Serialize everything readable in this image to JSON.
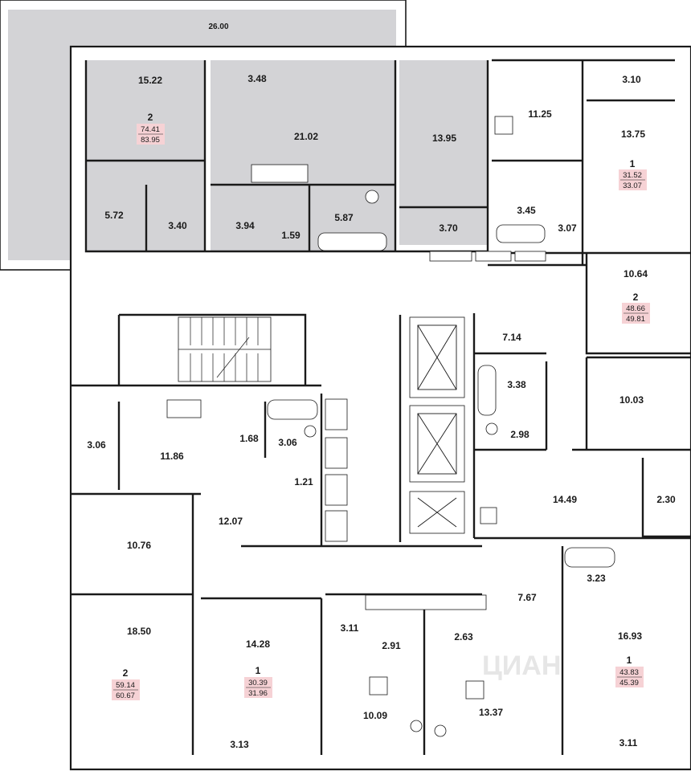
{
  "plan": {
    "terrace_area": "26.00",
    "rooms": [
      {
        "id": "r1522",
        "label": "15.22"
      },
      {
        "id": "r348",
        "label": "3.48"
      },
      {
        "id": "r2102",
        "label": "21.02"
      },
      {
        "id": "r1395",
        "label": "13.95"
      },
      {
        "id": "r1125",
        "label": "11.25"
      },
      {
        "id": "r310a",
        "label": "3.10"
      },
      {
        "id": "r1375",
        "label": "13.75"
      },
      {
        "id": "r572",
        "label": "5.72"
      },
      {
        "id": "r340",
        "label": "3.40"
      },
      {
        "id": "r394",
        "label": "3.94"
      },
      {
        "id": "r159",
        "label": "1.59"
      },
      {
        "id": "r587",
        "label": "5.87"
      },
      {
        "id": "r370",
        "label": "3.70"
      },
      {
        "id": "r345",
        "label": "3.45"
      },
      {
        "id": "r307",
        "label": "3.07"
      },
      {
        "id": "r1064",
        "label": "10.64"
      },
      {
        "id": "r714",
        "label": "7.14"
      },
      {
        "id": "r338",
        "label": "3.38"
      },
      {
        "id": "r1003",
        "label": "10.03"
      },
      {
        "id": "r298",
        "label": "2.98"
      },
      {
        "id": "r306a",
        "label": "3.06"
      },
      {
        "id": "r1186",
        "label": "11.86"
      },
      {
        "id": "r168",
        "label": "1.68"
      },
      {
        "id": "r306b",
        "label": "3.06"
      },
      {
        "id": "r121",
        "label": "1.21"
      },
      {
        "id": "r1449",
        "label": "14.49"
      },
      {
        "id": "r230",
        "label": "2.30"
      },
      {
        "id": "r1076",
        "label": "10.76"
      },
      {
        "id": "r1207",
        "label": "12.07"
      },
      {
        "id": "r767",
        "label": "7.67"
      },
      {
        "id": "r323",
        "label": "3.23"
      },
      {
        "id": "r1850",
        "label": "18.50"
      },
      {
        "id": "r1428",
        "label": "14.28"
      },
      {
        "id": "r311a",
        "label": "3.11"
      },
      {
        "id": "r291",
        "label": "2.91"
      },
      {
        "id": "r263",
        "label": "2.63"
      },
      {
        "id": "r1693",
        "label": "16.93"
      },
      {
        "id": "r1009",
        "label": "10.09"
      },
      {
        "id": "r1337",
        "label": "13.37"
      },
      {
        "id": "r313",
        "label": "3.13"
      },
      {
        "id": "r311b",
        "label": "3.11"
      }
    ],
    "units": [
      {
        "id": "u1",
        "rooms": "2",
        "living": "74.41",
        "total": "83.95"
      },
      {
        "id": "u2",
        "rooms": "1",
        "living": "31.52",
        "total": "33.07"
      },
      {
        "id": "u3",
        "rooms": "2",
        "living": "48.66",
        "total": "49.81"
      },
      {
        "id": "u4",
        "rooms": "2",
        "living": "59.14",
        "total": "60.67"
      },
      {
        "id": "u5",
        "rooms": "1",
        "living": "30.39",
        "total": "31.96"
      },
      {
        "id": "u6",
        "rooms": "1",
        "living": "43.83",
        "total": "45.39"
      }
    ],
    "watermark": "ЦИАН",
    "colors": {
      "wall": "#1a1a1a",
      "highlighted_unit": "#d3d3d6",
      "unit_badge": "#f6d2d5"
    }
  }
}
